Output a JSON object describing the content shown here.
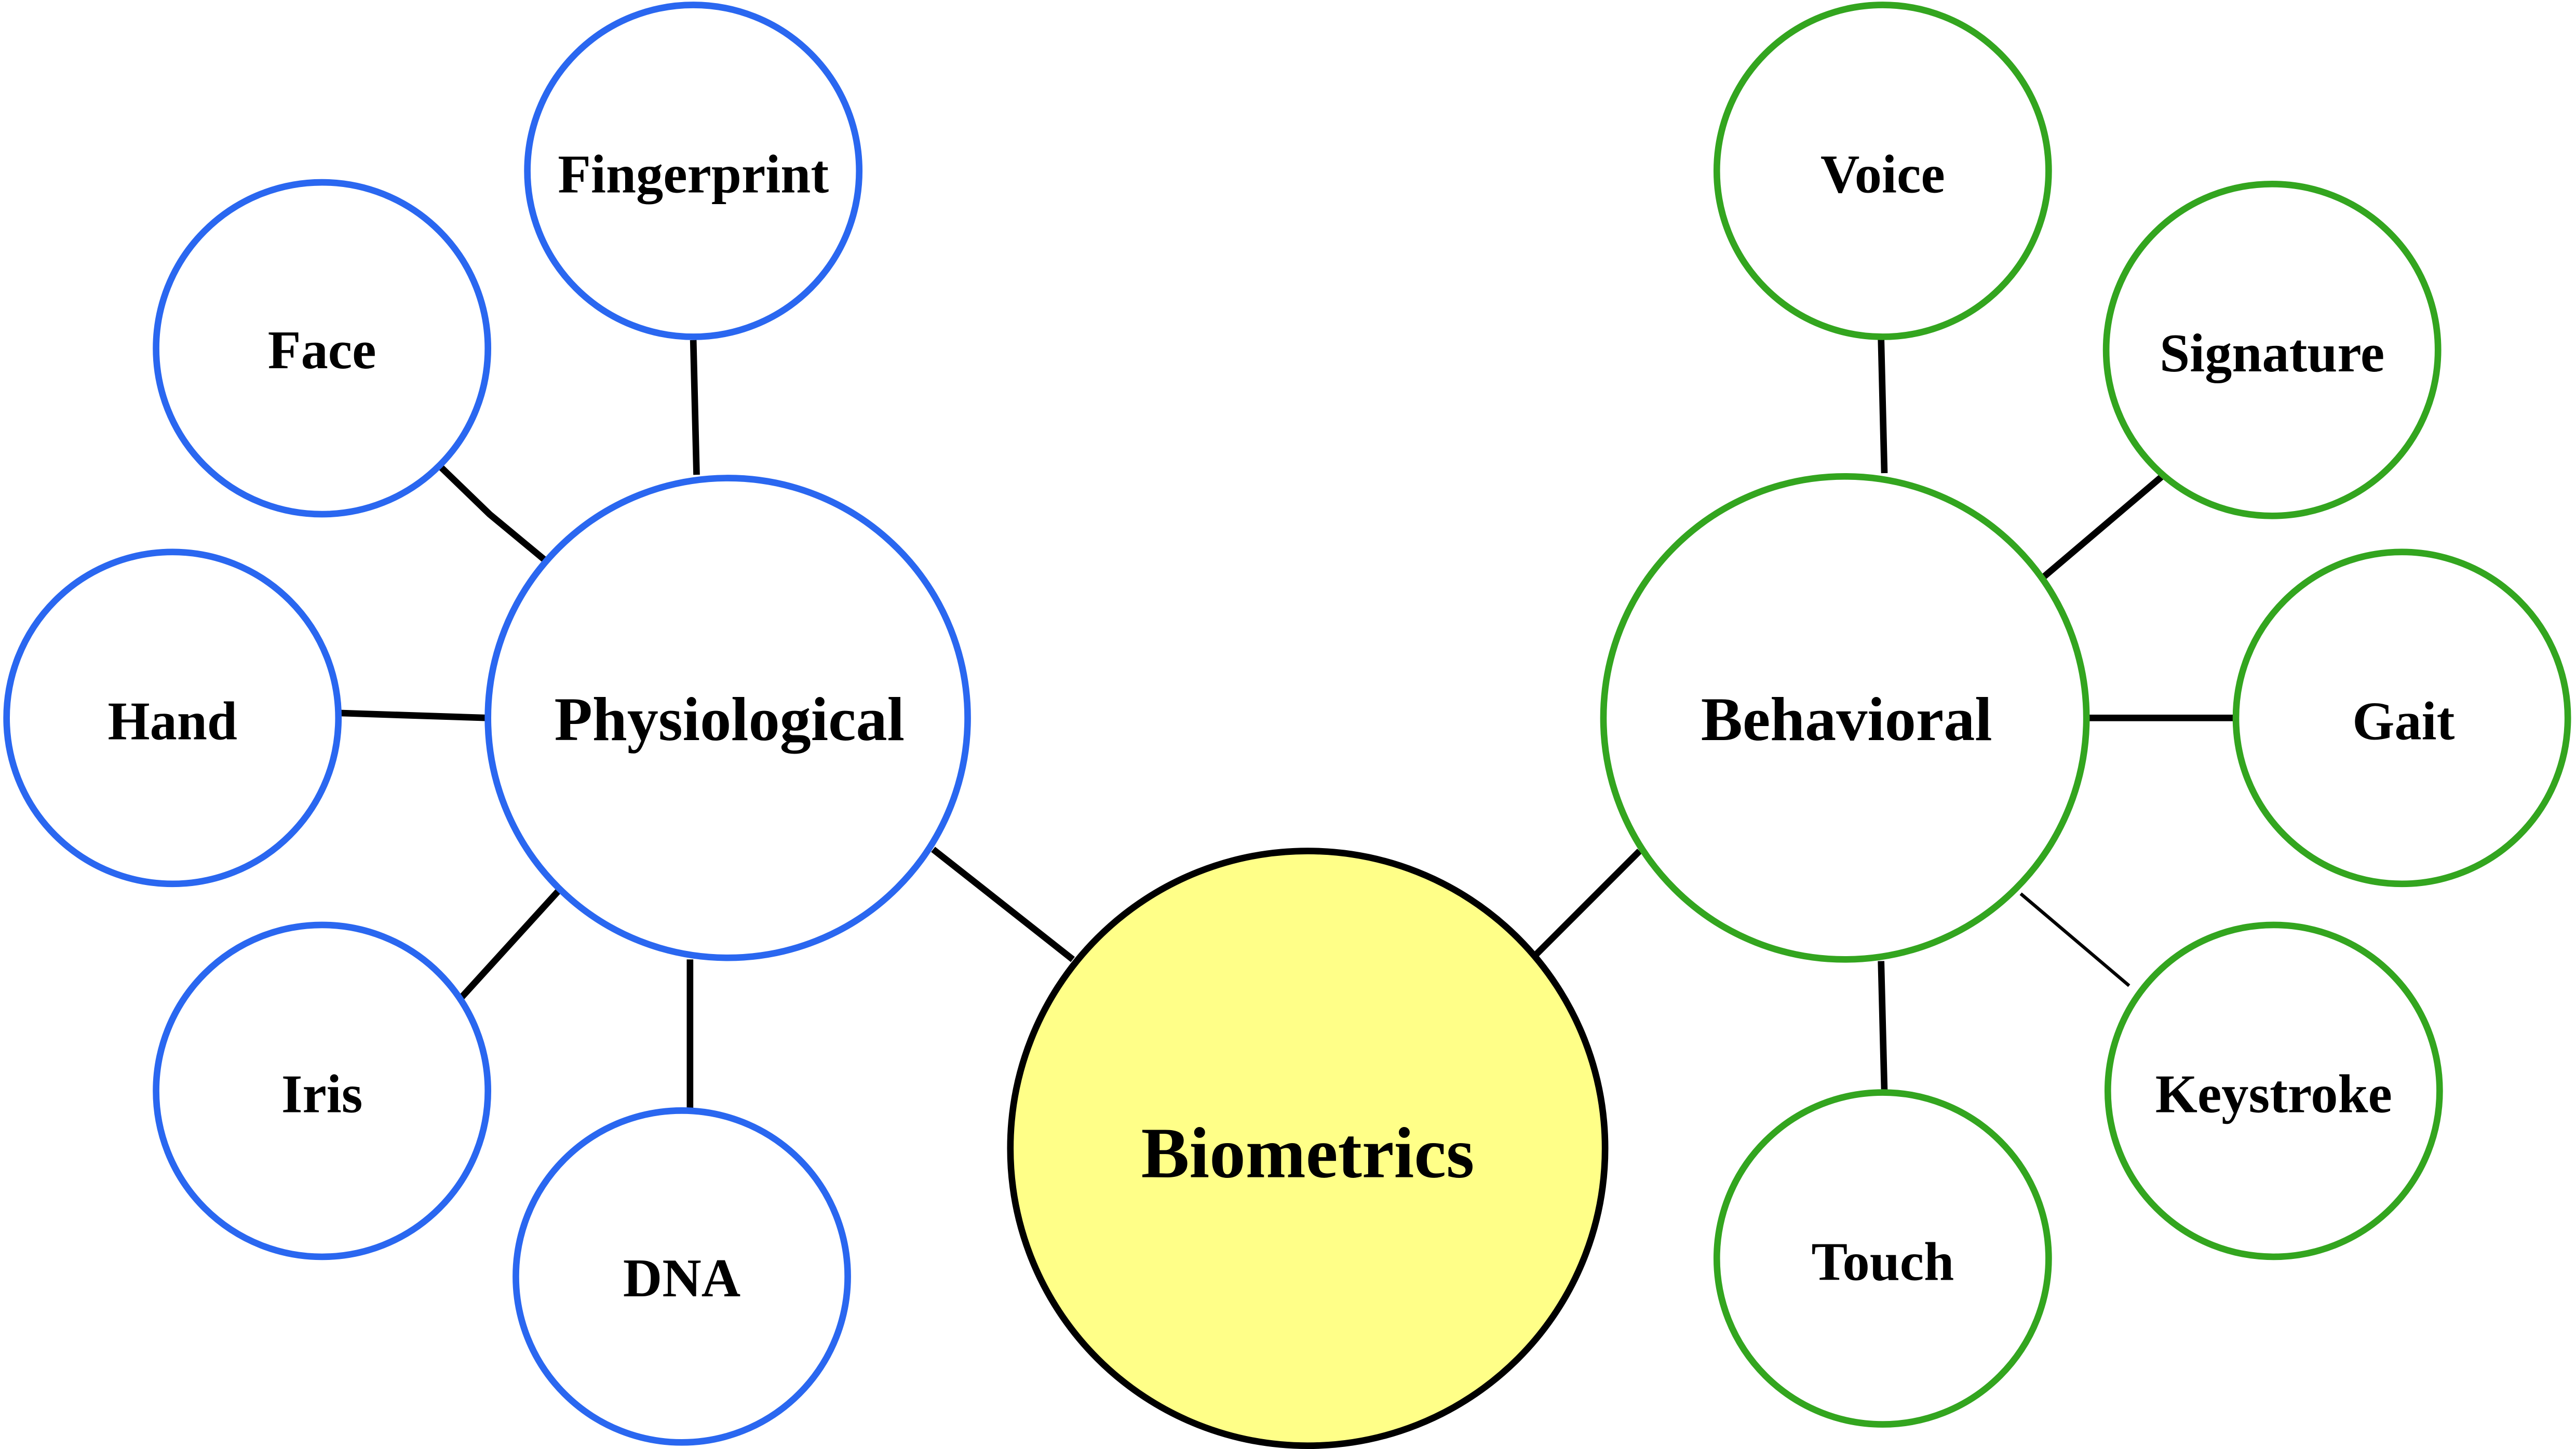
{
  "diagram": {
    "type": "mind-map",
    "colors": {
      "physiological_stroke": "#2a67f0",
      "behavioral_stroke": "#33a51f",
      "root_fill": "#ffff88",
      "root_stroke": "#000000",
      "edge": "#000000"
    },
    "root": {
      "id": "biometrics",
      "label": "Biometrics"
    },
    "categories": [
      {
        "id": "physiological",
        "label": "Physiological",
        "children": [
          {
            "id": "fingerprint",
            "label": "Fingerprint"
          },
          {
            "id": "face",
            "label": "Face"
          },
          {
            "id": "hand",
            "label": "Hand"
          },
          {
            "id": "iris",
            "label": "Iris"
          },
          {
            "id": "dna",
            "label": "DNA"
          }
        ]
      },
      {
        "id": "behavioral",
        "label": "Behavioral",
        "children": [
          {
            "id": "voice",
            "label": "Voice"
          },
          {
            "id": "signature",
            "label": "Signature"
          },
          {
            "id": "gait",
            "label": "Gait"
          },
          {
            "id": "keystroke",
            "label": "Keystroke"
          },
          {
            "id": "touch",
            "label": "Touch"
          }
        ]
      }
    ]
  }
}
